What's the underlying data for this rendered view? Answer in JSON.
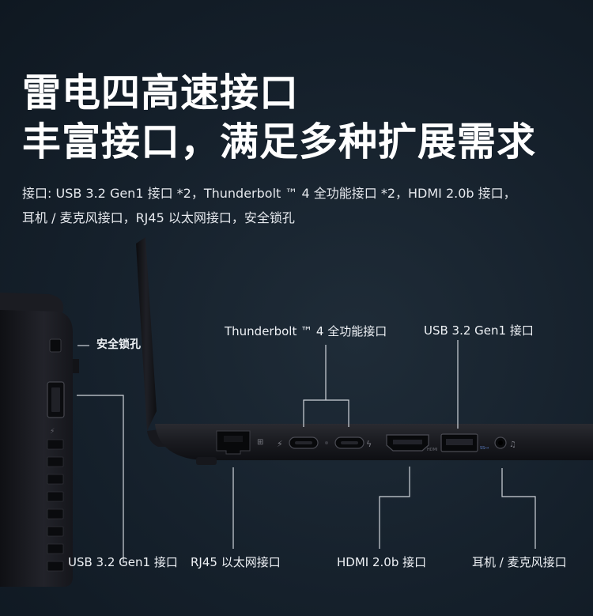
{
  "headline": {
    "line1": "雷电四高速接口",
    "line2": "丰富接口，满足多种扩展需求"
  },
  "description": {
    "line1": "接口:  USB 3.2 Gen1 接口 *2，Thunderbolt ™ 4 全功能接口 *2，HDMI 2.0b 接口，",
    "line2": "耳机 / 麦克风接口，RJ45 以太网接口，安全锁孔"
  },
  "callouts": {
    "security_lock": "安全锁孔",
    "thunderbolt": "Thunderbolt ™ 4 全功能接口",
    "usb_right": "USB 3.2 Gen1 接口",
    "usb_left": "USB 3.2 Gen1 接口",
    "rj45": "RJ45 以太网接口",
    "hdmi": "HDMI 2.0b 接口",
    "audio": "耳机 / 麦克风接口"
  },
  "port_markings": {
    "hdmi": "HDMI",
    "usb": "SS⊶"
  },
  "colors": {
    "background": "#15202b",
    "laptop_body": "#1c1c22",
    "text": "#ffffff"
  }
}
